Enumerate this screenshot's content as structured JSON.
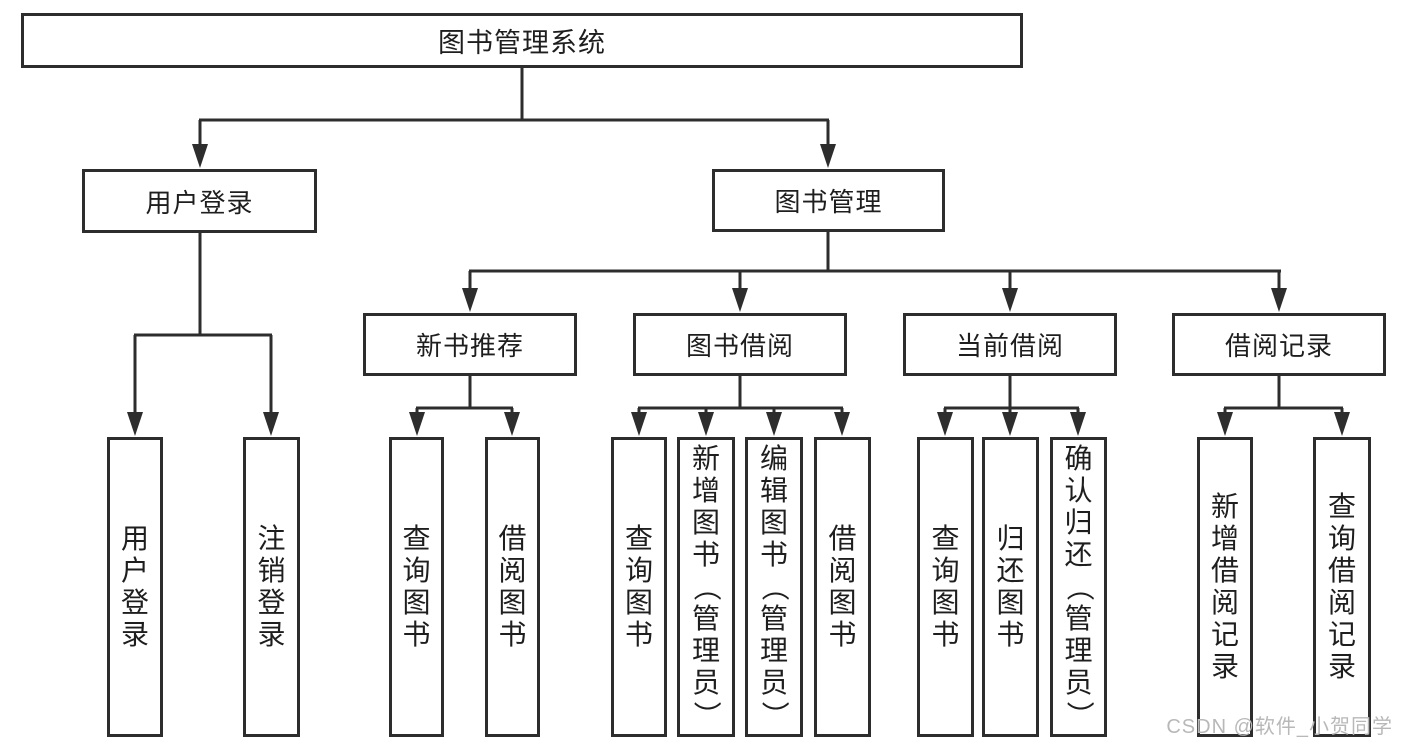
{
  "tree": {
    "label": "图书管理系统",
    "children": [
      {
        "label": "用户登录",
        "children": [
          {
            "label": "用户登录"
          },
          {
            "label": "注销登录"
          }
        ]
      },
      {
        "label": "图书管理",
        "children": [
          {
            "label": "新书推荐",
            "children": [
              {
                "label": "查询图书"
              },
              {
                "label": "借阅图书"
              }
            ]
          },
          {
            "label": "图书借阅",
            "children": [
              {
                "label": "查询图书"
              },
              {
                "label": "新增图书（管理员）"
              },
              {
                "label": "编辑图书（管理员）"
              },
              {
                "label": "借阅图书"
              }
            ]
          },
          {
            "label": "当前借阅",
            "children": [
              {
                "label": "查询图书"
              },
              {
                "label": "归还图书"
              },
              {
                "label": "确认归还（管理员）"
              }
            ]
          },
          {
            "label": "借阅记录",
            "children": [
              {
                "label": "新增借阅记录"
              },
              {
                "label": "查询借阅记录"
              }
            ]
          }
        ]
      }
    ]
  },
  "watermark": {
    "text": "CSDN @软件_小贺同学"
  },
  "colors": {
    "line": "#2d2d2d",
    "text": "#1e1e1e",
    "background": "#ffffff",
    "watermark": "#b8b8b8"
  }
}
